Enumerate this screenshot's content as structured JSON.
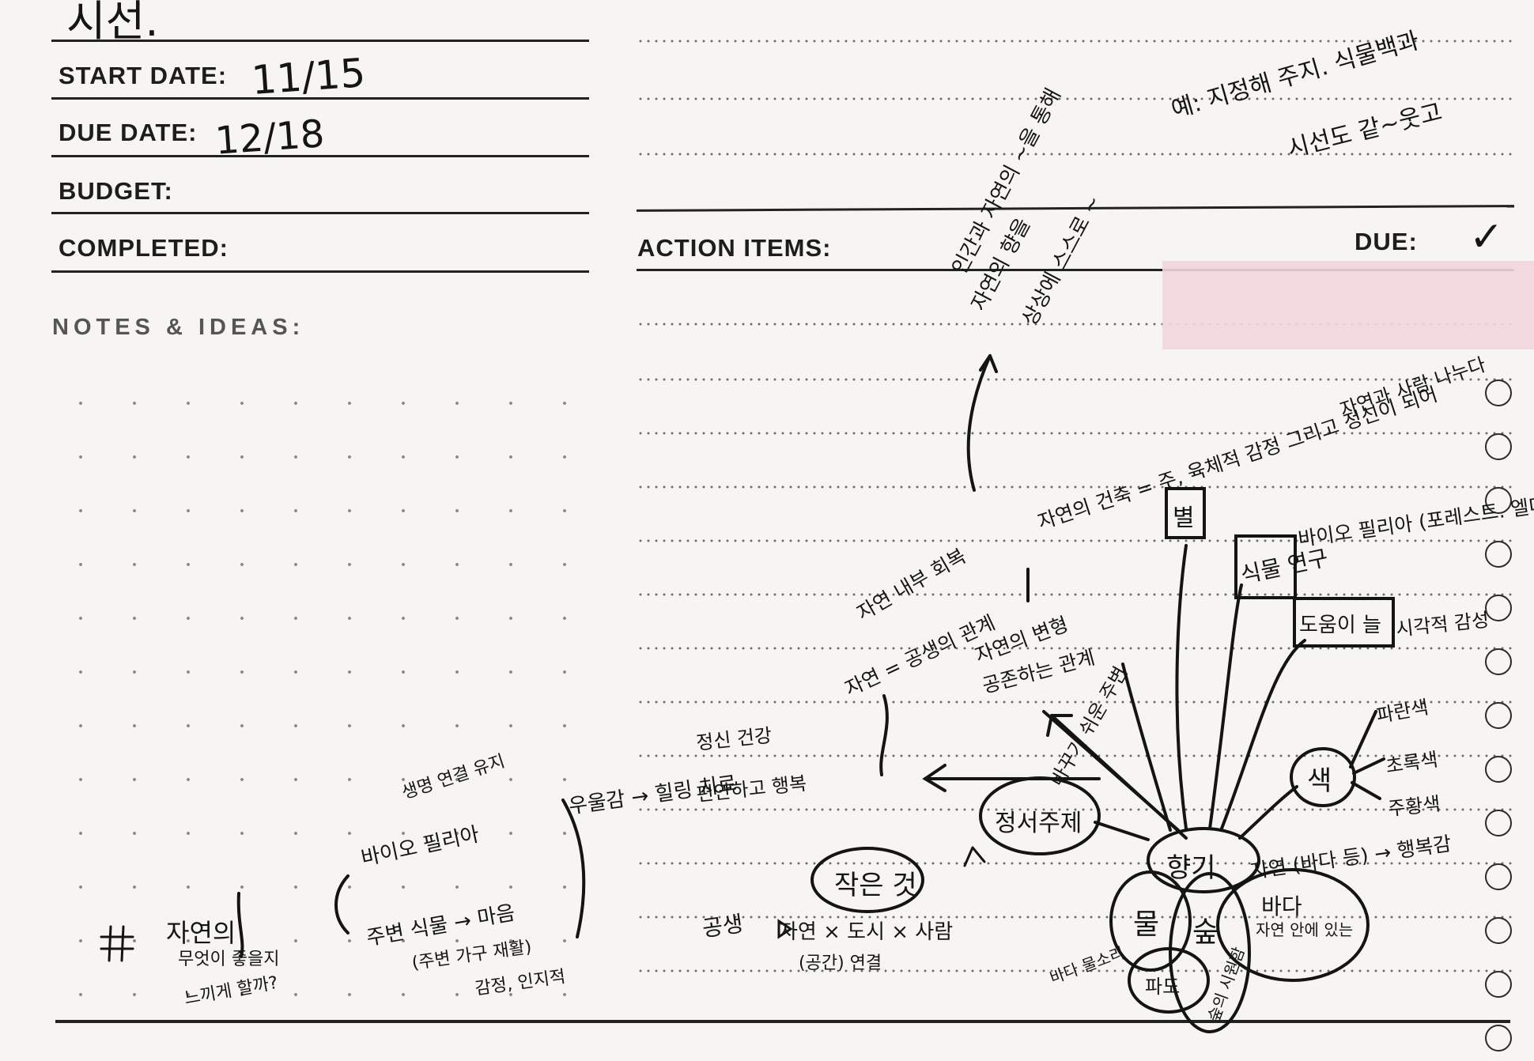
{
  "form": {
    "title_handwritten": "시선.",
    "start_date_label": "START DATE:",
    "start_date_value": "11/15",
    "due_date_label": "DUE DATE:",
    "due_date_value": "12/18",
    "budget_label": "BUDGET:",
    "completed_label": "COMPLETED:",
    "notes_label": "NOTES & IDEAS:",
    "action_items_label": "ACTION ITEMS:",
    "due_label": "DUE:",
    "check_mark": "✓"
  },
  "mindmap": {
    "center": "향기",
    "top_note_1": "예: 지정해 주지. 식물백과",
    "top_note_2": "시선도 같~웃고",
    "vertical_note_1": "인간과 자연의 ~을 통해",
    "vertical_note_2": "자연의 향을",
    "vertical_note_3": "상상에 스스로 ~",
    "long_note": "자연의 건축 = 주, 육체적 감정 그리고 정신이 되어",
    "long_note_2": "자연과 사람 나누다",
    "bubble_1": "별",
    "bubble_2": "식물 연구",
    "bubble_3": "도움이 늘",
    "note_bio": "바이오 필리아 (포레스트. 엘더)",
    "note_bio_2": "시각적 감성",
    "mid_note_1": "자연 내부 회복",
    "mid_note_2": "자연 = 공생의 관계",
    "mid_note_3": "자연의 변형",
    "mid_note_4": "공존하는 관계",
    "mid_note_5": "바꾸기 쉬운 주변",
    "emotion": "정서주제",
    "small": "작은 것",
    "color": "색",
    "color_1": "파란색",
    "color_2": "초록색",
    "color_3": "주황색",
    "nature_right": "자연 (바다 등) → 행복감",
    "water": "물",
    "forest": "숲",
    "sea": "바다",
    "forest_sub": "숲의 시원함",
    "water_sub": "파도",
    "water_sub_2": "바다 물소리",
    "sea_sub": "자연 안에 있는",
    "coexist": "공생",
    "coexist_note": "자연 × 도시 × 사람",
    "coexist_note_2": "(공간) 연결",
    "left_note_1": "우울감 → 힐링 치료",
    "left_note_2": "정신 건강",
    "left_note_3": "편안하고 행복",
    "left_note_4": "바이오 필리아",
    "left_note_5": "주변 식물 → 마음",
    "left_note_6": "(주변 가구 재활)",
    "left_note_7": "감정, 인지적",
    "left_note_8": "생명 연결 유지",
    "hashtag": "#",
    "nature_ask_1": "자연의",
    "nature_ask_2": "무엇이 좋을지",
    "nature_ask_3": "느끼게 할까?"
  }
}
